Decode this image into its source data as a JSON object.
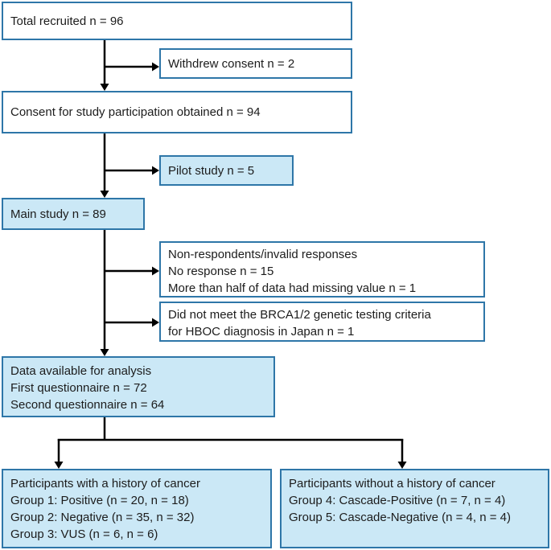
{
  "colors": {
    "border_blue": "#2e76a8",
    "fill_blue": "#cbe8f6",
    "fill_white": "#ffffff",
    "arrow_black": "#000000",
    "text_color": "#1c1c1c"
  },
  "boxes": {
    "total_recruited": {
      "lines": [
        "Total recruited n = 96"
      ]
    },
    "withdrew_consent": {
      "lines": [
        "Withdrew consent n = 2"
      ]
    },
    "consent_obtained": {
      "lines": [
        "Consent for study participation obtained n = 94"
      ]
    },
    "pilot_study": {
      "lines": [
        "Pilot study n = 5"
      ]
    },
    "main_study": {
      "lines": [
        "Main study n = 89"
      ]
    },
    "non_respondents": {
      "lines": [
        "Non-respondents/invalid responses",
        "No response n = 15",
        "More than half of data had missing value n = 1"
      ]
    },
    "brca_criteria": {
      "lines": [
        "Did not meet the BRCA1/2 genetic testing criteria",
        "for HBOC diagnosis in Japan n = 1"
      ]
    },
    "data_available": {
      "lines": [
        "Data available for analysis",
        "First questionnaire n = 72",
        "Second questionnaire n = 64"
      ]
    },
    "with_history": {
      "lines": [
        "Participants with a history of cancer",
        "Group 1: Positive (n = 20, n = 18)",
        "Group 2: Negative (n = 35, n = 32)",
        "Group 3: VUS (n = 6, n = 6)"
      ]
    },
    "without_history": {
      "lines": [
        "Participants without a history of cancer",
        "Group 4: Cascade-Positive (n = 7, n = 4)",
        "Group 5: Cascade-Negative (n = 4, n = 4)"
      ]
    }
  }
}
